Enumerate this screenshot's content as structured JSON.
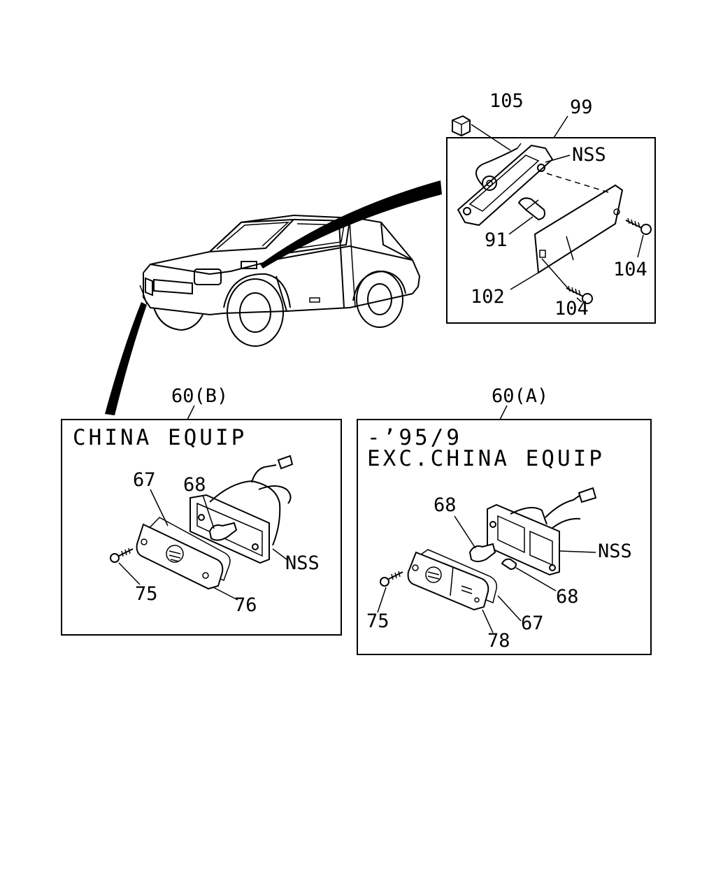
{
  "diagram": {
    "callouts": {
      "c105": "105",
      "c99": "99",
      "c_nss_top": "NSS",
      "c91": "91",
      "c104a": "104",
      "c102": "102",
      "c104b": "104",
      "c60b": "60(B)",
      "c60a": "60(A)",
      "c67_b": "67",
      "c68_b": "68",
      "c_nss_b": "NSS",
      "c75_b": "75",
      "c76": "76",
      "c68_a1": "68",
      "c_nss_a": "NSS",
      "c68_a2": "68",
      "c75_a": "75",
      "c67_a": "67",
      "c78": "78"
    },
    "panel_b": {
      "title": "CHINA EQUIP"
    },
    "panel_a": {
      "title_line1": "-’95/9",
      "title_line2": "EXC.CHINA EQUIP"
    }
  }
}
